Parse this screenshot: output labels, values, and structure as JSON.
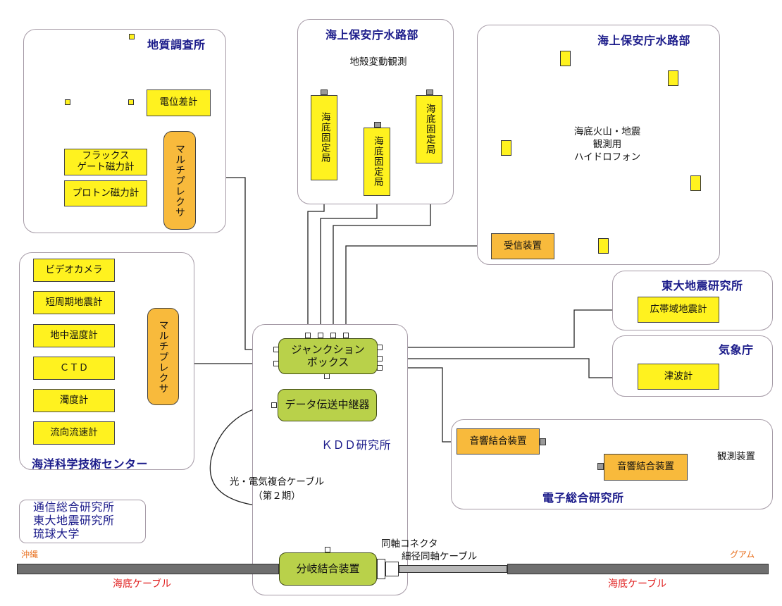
{
  "regions": {
    "gsj": "地質調査所",
    "hydro_left": "海上保安庁水路部",
    "hydro_right": "海上保安庁水路部",
    "jamstec": "海洋科学技術センター",
    "kdd": "ＫＤＤ研究所",
    "eri": "東大地震研究所",
    "jma": "気象庁",
    "etl": "電子総合研究所",
    "partners": "通信総合研究所\n東大地震研究所\n琉球大学"
  },
  "gsj": {
    "potential_meter": "電位差計",
    "fluxgate": "フラックス\nゲート磁力計",
    "proton": "プロトン磁力計",
    "multiplexer": "マルチプレクサ"
  },
  "hydro": {
    "crust_label": "地殻変動観測",
    "station1": "海底固定局",
    "station2": "海底固定局",
    "station3": "海底固定局"
  },
  "volcano": {
    "label": "海底火山・地震\n観測用\nハイドロフォン",
    "receiver": "受信装置"
  },
  "jamstec": {
    "items": [
      "ビデオカメラ",
      "短周期地震計",
      "地中温度計",
      "ＣＴＤ",
      "濁度計",
      "流向流速計"
    ],
    "multiplexer": "マルチプレクサ"
  },
  "kdd": {
    "junction": "ジャンクション\nボックス",
    "relay": "データ伝送中継器",
    "branch": "分岐結合装置",
    "composite_cable": "光・電気複合ケーブル\n（第２期）"
  },
  "eri": {
    "seismometer": "広帯域地震計"
  },
  "jma": {
    "tsunami": "津波計"
  },
  "etl": {
    "coupler1": "音響結合装置",
    "coupler2": "音響結合装置",
    "observer": "観測装置"
  },
  "cable": {
    "okinawa": "沖縄",
    "guam": "グアム",
    "seabed_left": "海底ケーブル",
    "seabed_right": "海底ケーブル",
    "coax_connector": "同軸コネクタ",
    "thin_coax": "細径同軸ケーブル"
  }
}
